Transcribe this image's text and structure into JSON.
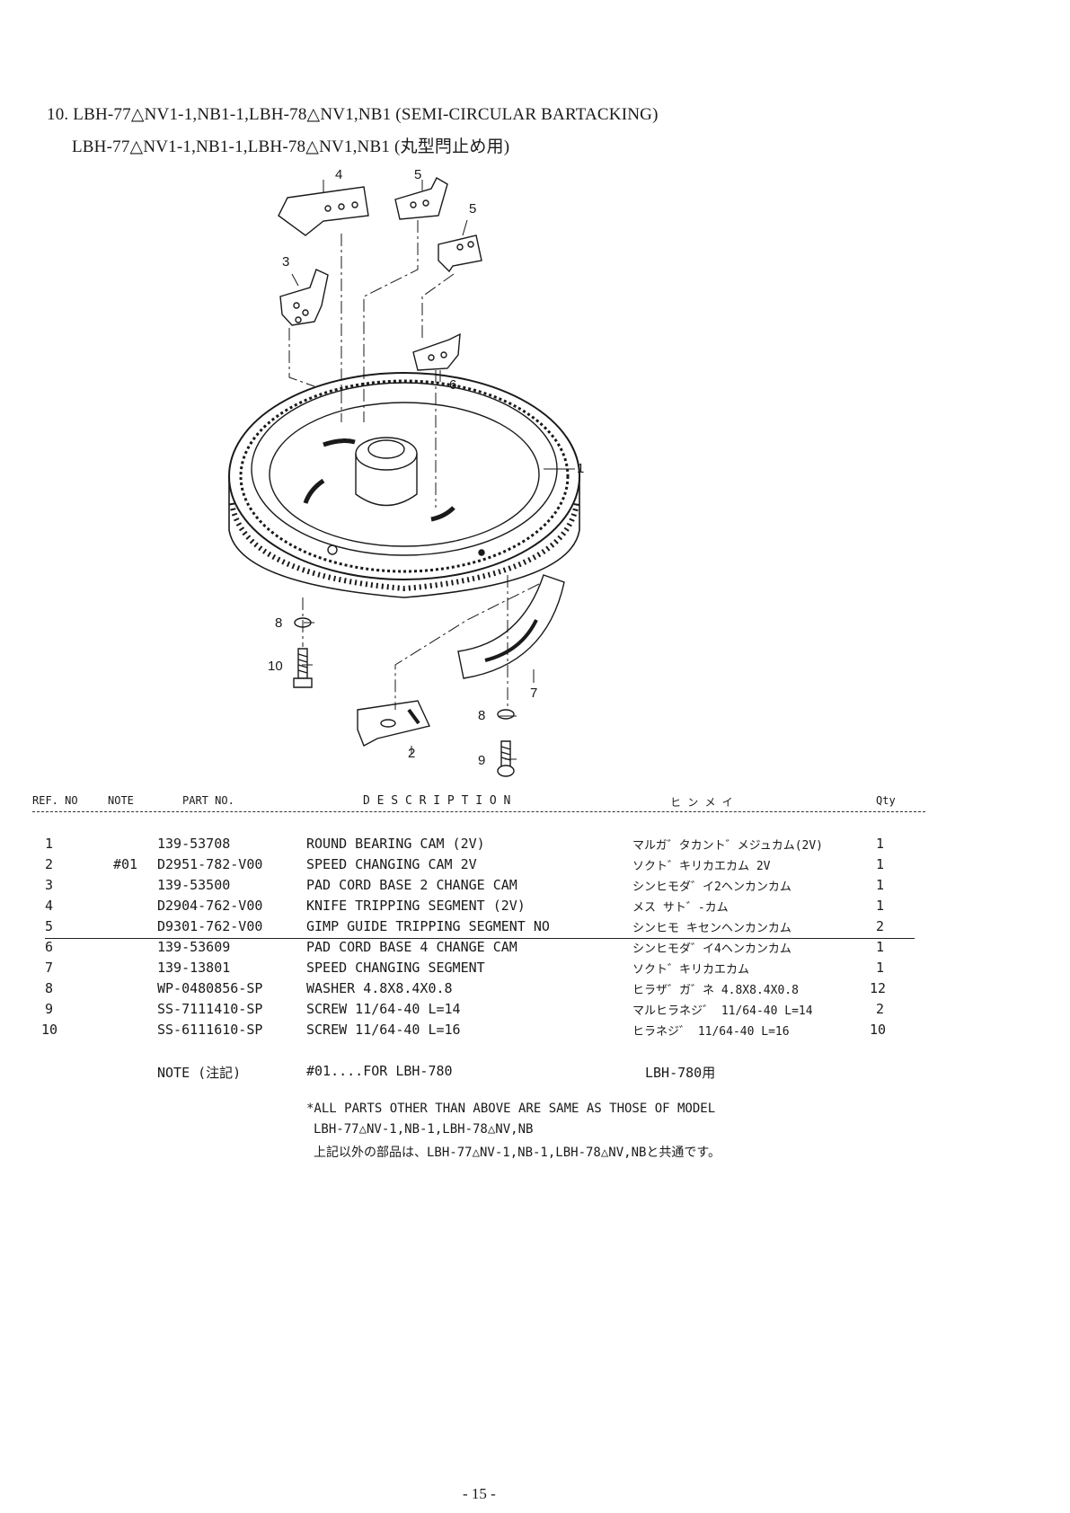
{
  "title": {
    "line1": "10. LBH-77△NV1-1,NB1-1,LBH-78△NV1,NB1 (SEMI-CIRCULAR BARTACKING)",
    "line2": "LBH-77△NV1-1,NB1-1,LBH-78△NV1,NB1 (丸型閂止め用)"
  },
  "diagram_labels": [
    "1",
    "2",
    "3",
    "4",
    "5",
    "5",
    "6",
    "7",
    "8",
    "8",
    "9",
    "10"
  ],
  "table": {
    "headers": {
      "ref": "REF. NO",
      "note": "NOTE",
      "part": "PART NO.",
      "desc": "D E S C R I P T I O N",
      "jp": "ヒ ン メ イ",
      "qty": "Qty"
    },
    "rows": [
      {
        "ref": "1",
        "note": "",
        "part": "139-53708",
        "desc": "ROUND BEARING CAM (2V)",
        "jp": "マルガ゛タカント゛メジュカム(2V)",
        "qty": "1"
      },
      {
        "ref": "2",
        "note": "#01",
        "part": "D2951-782-V00",
        "desc": "SPEED CHANGING CAM 2V",
        "jp": "ソクト゛キリカエカム 2V",
        "qty": "1"
      },
      {
        "ref": "3",
        "note": "",
        "part": "139-53500",
        "desc": "PAD CORD BASE 2 CHANGE CAM",
        "jp": "シンヒモダ゛イ2ヘンカンカム",
        "qty": "1"
      },
      {
        "ref": "4",
        "note": "",
        "part": "D2904-762-V00",
        "desc": "KNIFE TRIPPING SEGMENT (2V)",
        "jp": "メス サト゛-カム",
        "qty": "1"
      },
      {
        "ref": "5",
        "note": "",
        "part": "D9301-762-V00",
        "desc": "GIMP GUIDE TRIPPING SEGMENT NO",
        "jp": "シンヒモ キセンヘンカンカム",
        "qty": "2"
      },
      {
        "ref": "6",
        "note": "",
        "part": "139-53609",
        "desc": "PAD CORD BASE 4 CHANGE CAM",
        "jp": "シンヒモダ゛イ4ヘンカンカム",
        "qty": "1"
      },
      {
        "ref": "7",
        "note": "",
        "part": "139-13801",
        "desc": "SPEED CHANGING SEGMENT",
        "jp": "ソクト゛キリカエカム",
        "qty": "1"
      },
      {
        "ref": "8",
        "note": "",
        "part": "WP-0480856-SP",
        "desc": "WASHER 4.8X8.4X0.8",
        "jp": "ヒラザ゛ガ゛ネ 4.8X8.4X0.8",
        "qty": "12"
      },
      {
        "ref": "9",
        "note": "",
        "part": "SS-7111410-SP",
        "desc": "SCREW  11/64-40 L=14",
        "jp": "マルヒラネジ゛ 11/64-40 L=14",
        "qty": "2"
      },
      {
        "ref": "10",
        "note": "",
        "part": "SS-6111610-SP",
        "desc": "SCREW 11/64-40 L=16",
        "jp": "ヒラネジ゛ 11/64-40 L=16",
        "qty": "10"
      }
    ]
  },
  "note": {
    "label": "NOTE (注記)",
    "code": "#01....FOR LBH-780",
    "jp": "LBH-780用"
  },
  "footnote": {
    "line1": "*ALL PARTS OTHER THAN ABOVE ARE SAME AS THOSE OF MODEL",
    "line2": "LBH-77△NV-1,NB-1,LBH-78△NV,NB",
    "line3": "上記以外の部品は、LBH-77△NV-1,NB-1,LBH-78△NV,NBと共通です。"
  },
  "page_number": "- 15 -"
}
